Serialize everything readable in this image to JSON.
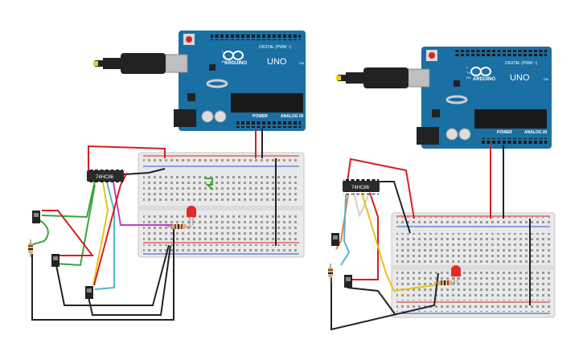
{
  "arduino_left": {
    "brand": "ARDUINO",
    "model": "UNO",
    "digital_header": "DIGITAL (PWM ~)",
    "power_label": "POWER",
    "analog_label": "ANALOG IN",
    "led_labels": [
      "L",
      "TX",
      "RX"
    ],
    "on_label": "ON"
  },
  "arduino_right": {
    "brand": "ARDUINO",
    "model": "UNO",
    "digital_header": "DIGITAL (PWM ~)",
    "power_label": "POWER",
    "analog_label": "ANALOG IN",
    "led_labels": [
      "L",
      "TX",
      "RX"
    ],
    "on_label": "ON"
  },
  "chip_left": {
    "label": "74HC86"
  },
  "chip_right": {
    "label": "74HC86"
  },
  "colors": {
    "board_blue": "#1a6fa3",
    "breadboard": "#e9e9e9",
    "wire_red": "#d62020",
    "wire_black": "#222222",
    "wire_green": "#3aa53a",
    "wire_yellow": "#e8c21a",
    "wire_cyan": "#4fb8c9",
    "wire_magenta": "#c43fbf",
    "wire_orange": "#e5831f",
    "led_red": "#e02a2a"
  },
  "components": [
    "arduino-uno",
    "breadboard",
    "74hc86-chip",
    "led",
    "resistor",
    "slide-switch"
  ]
}
